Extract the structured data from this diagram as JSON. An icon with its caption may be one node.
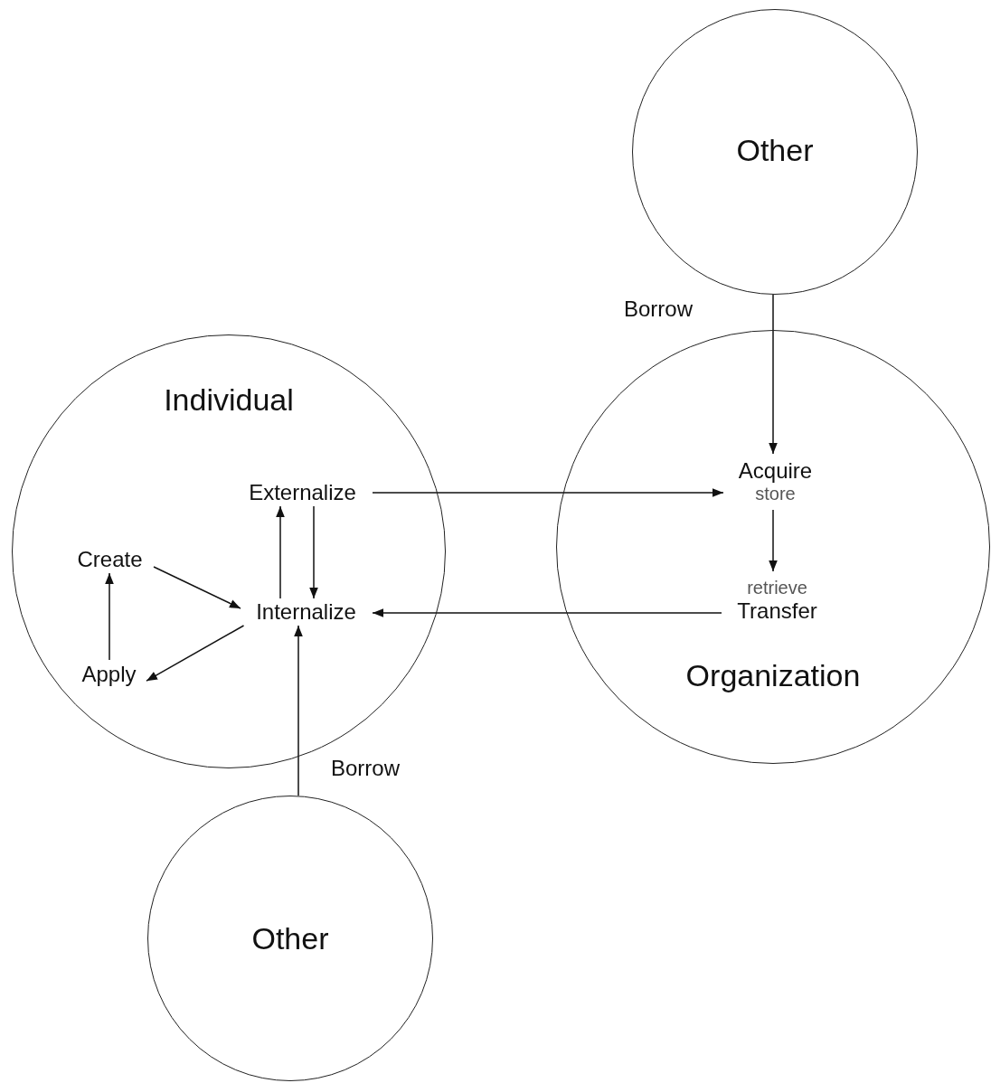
{
  "diagram": {
    "nodes": [
      {
        "text": [
          "Other"
        ]
      },
      {
        "text": [
          "Individual"
        ]
      },
      {
        "text": [
          "Externalize"
        ],
        "in": 1
      },
      {
        "text": [
          "Create"
        ],
        "in": 1
      },
      {
        "text": [
          "Internalize"
        ],
        "in": 1
      },
      {
        "text": [
          "Apply"
        ],
        "in": 1
      },
      {
        "text": [
          "Organization"
        ]
      },
      {
        "text": [
          "Acquire",
          "store"
        ],
        "in": 6
      },
      {
        "text": [
          "retrieve",
          "Transfer"
        ],
        "in": 6
      },
      {
        "text": [
          "Other"
        ]
      }
    ],
    "edges": [
      {
        "from": 0,
        "to": 7,
        "arrow": "to",
        "label": "Borrow"
      },
      {
        "from": 2,
        "to": 7,
        "arrow": "to"
      },
      {
        "from": 7,
        "to": 8,
        "arrow": "to"
      },
      {
        "from": 8,
        "to": 4,
        "arrow": "to"
      },
      {
        "from": 4,
        "to": 2,
        "arrow": "to"
      },
      {
        "from": 2,
        "to": 4,
        "arrow": "to"
      },
      {
        "from": 3,
        "to": 4,
        "arrow": "to"
      },
      {
        "from": 4,
        "to": 5,
        "arrow": "to"
      },
      {
        "from": 5,
        "to": 3,
        "arrow": "to"
      },
      {
        "from": 9,
        "to": 4,
        "arrow": "to",
        "label": "Borrow"
      }
    ]
  }
}
